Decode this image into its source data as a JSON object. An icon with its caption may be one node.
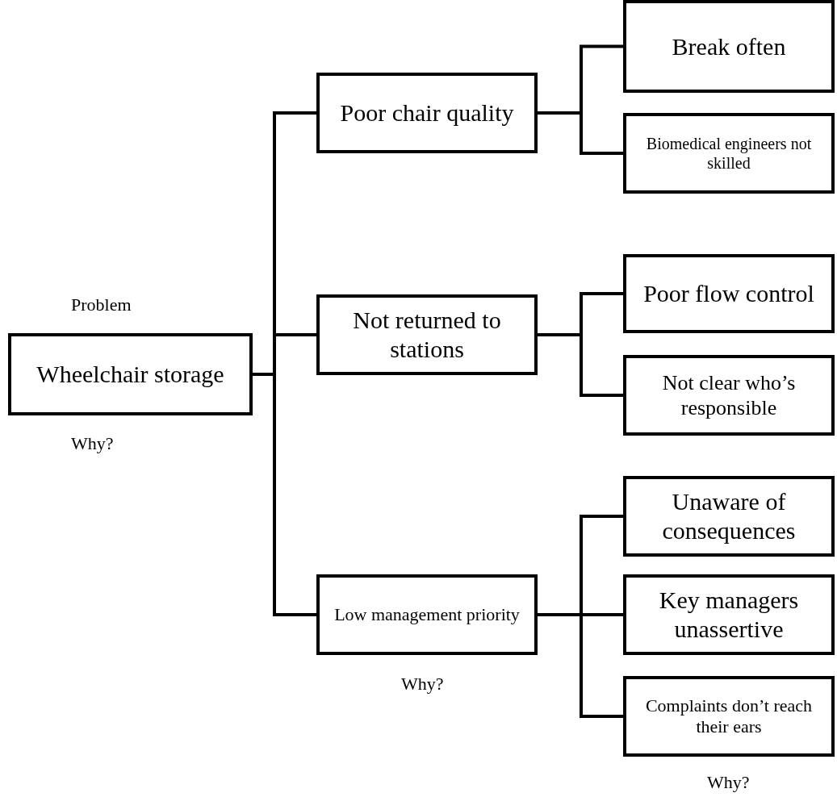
{
  "diagram": {
    "nodes": [
      {
        "text": [
          "Wheelchair storage"
        ],
        "beside": [
          "Problem",
          "Why?"
        ]
      },
      {
        "text": [
          "Poor chair quality"
        ]
      },
      {
        "text": [
          "Not returned to stations"
        ]
      },
      {
        "text": [
          "Low management priority"
        ],
        "beside": [
          "Why?"
        ]
      },
      {
        "text": [
          "Break often"
        ]
      },
      {
        "text": [
          "Biomedical engineers not skilled"
        ]
      },
      {
        "text": [
          "Poor flow control"
        ]
      },
      {
        "text": [
          "Not clear who’s responsible"
        ]
      },
      {
        "text": [
          "Unaware of consequences"
        ]
      },
      {
        "text": [
          "Key managers unassertive"
        ]
      },
      {
        "text": [
          "Complaints don’t reach their ears"
        ],
        "beside": [
          "Why?"
        ]
      }
    ],
    "edges": [
      {
        "from": 0,
        "to": 1,
        "arrow": "none"
      },
      {
        "from": 0,
        "to": 2,
        "arrow": "none"
      },
      {
        "from": 0,
        "to": 3,
        "arrow": "none"
      },
      {
        "from": 1,
        "to": 4,
        "arrow": "none"
      },
      {
        "from": 1,
        "to": 5,
        "arrow": "none"
      },
      {
        "from": 2,
        "to": 6,
        "arrow": "none"
      },
      {
        "from": 2,
        "to": 7,
        "arrow": "none"
      },
      {
        "from": 3,
        "to": 8,
        "arrow": "none"
      },
      {
        "from": 3,
        "to": 9,
        "arrow": "none"
      },
      {
        "from": 3,
        "to": 10,
        "arrow": "none"
      }
    ]
  }
}
